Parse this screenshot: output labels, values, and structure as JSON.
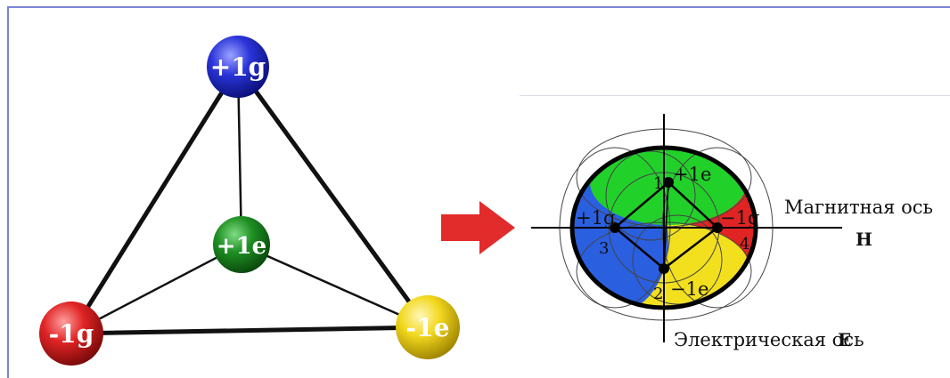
{
  "tetrahedron": {
    "top": "+1g",
    "center": "+1e",
    "left": "-1g",
    "right": "-1e"
  },
  "diagram": {
    "label_top": "+1e",
    "label_left": "+1g",
    "label_right": "−1g",
    "label_bottom": "−1e",
    "num_1": "1",
    "num_2": "2",
    "num_3": "3",
    "num_4": "4",
    "magnetic_axis": "Магнитная ось",
    "magnetic_axis_letter": "H",
    "electric_axis": "Электрическая ось",
    "electric_axis_letter": "E"
  },
  "colors": {
    "blue": "#2a34d8",
    "green": "#1e9a22",
    "red": "#e02424",
    "yellow": "#f2d81e",
    "arrow": "#e22b2b"
  }
}
